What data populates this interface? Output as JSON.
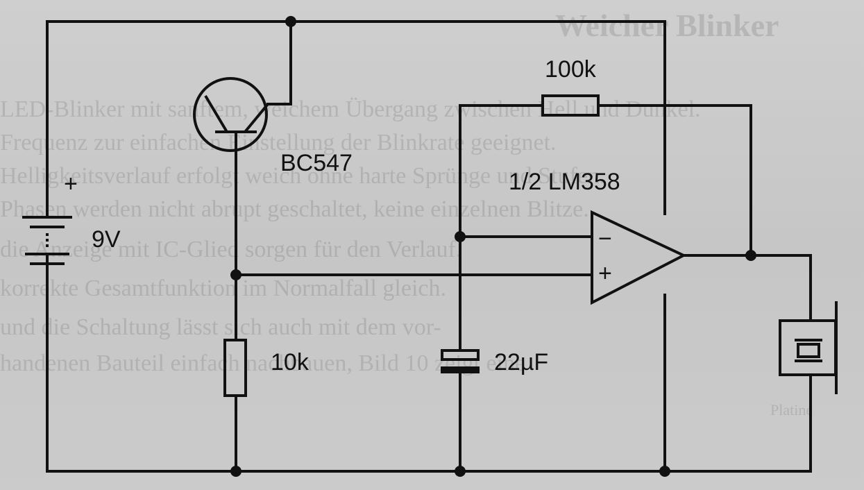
{
  "background_text": {
    "title": "Weicher Blinker",
    "lines": [
      "LED-Blinker mit sanftem, weichem Übergang zwischen Hell und Dunkel.",
      "Frequenz zur einfachen Einstellung der Blinkrate geeignet.",
      "Helligkeitsverlauf erfolgt weich ohne harte Sprünge und Stufen.",
      "Phasen werden nicht abrupt geschaltet, keine einzelnen Blitze.",
      "die Anzeige mit IC-Glied sorgen für den Verlauf.",
      "korrekte Gesamtfunktion im Normalfall gleich.",
      "und die Schaltung lässt sich auch mit dem vor-",
      "handenen Bauteil einfach nachbauen, Bild 10 zeigt eine",
      "Platine"
    ]
  },
  "components": {
    "transistor": {
      "label": "BC547"
    },
    "opamp": {
      "label": "1/2 LM358",
      "inverting": "−",
      "noninverting": "+"
    },
    "feedback_resistor": {
      "label": "100k"
    },
    "base_resistor": {
      "label": "10k"
    },
    "capacitor": {
      "label": "22µF"
    },
    "battery": {
      "label": "9V",
      "polarity": "+"
    },
    "buzzer": {
      "label": ""
    }
  }
}
